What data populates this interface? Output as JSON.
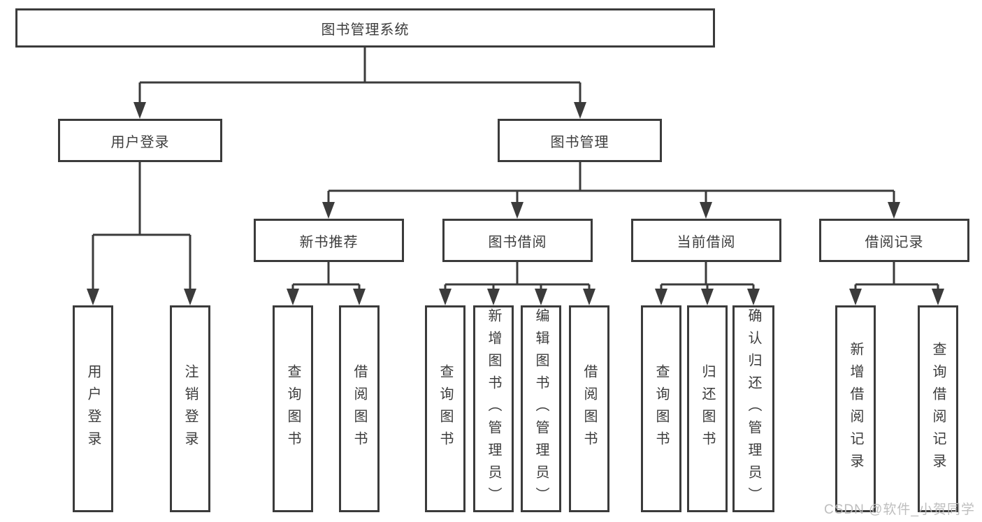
{
  "diagram": {
    "title": "图书管理系统",
    "root": {
      "label": "图书管理系统"
    },
    "level2": {
      "user_login": {
        "label": "用户登录"
      },
      "book_management": {
        "label": "图书管理"
      }
    },
    "level3": {
      "new_book_recommend": {
        "label": "新书推荐"
      },
      "book_borrow": {
        "label": "图书借阅"
      },
      "current_borrow": {
        "label": "当前借阅"
      },
      "borrow_records": {
        "label": "借阅记录"
      }
    },
    "leaves": {
      "user_login": [
        "用户登录",
        "注销登录"
      ],
      "new_book_recommend": [
        "查询图书",
        "借阅图书"
      ],
      "book_borrow": [
        "查询图书",
        "新增图书（管理员）",
        "编辑图书（管理员）",
        "借阅图书"
      ],
      "current_borrow": [
        "查询图书",
        "归还图书",
        "确认归还（管理员）"
      ],
      "borrow_records": [
        "新增借阅记录",
        "查询借阅记录"
      ]
    },
    "colors": {
      "line": "#3b3b3b",
      "box_border": "#3b3b3b",
      "text": "#3c3c3c",
      "background": "#ffffff",
      "watermark": "#bababa"
    },
    "watermark": "CSDN @软件_小贺同学"
  }
}
